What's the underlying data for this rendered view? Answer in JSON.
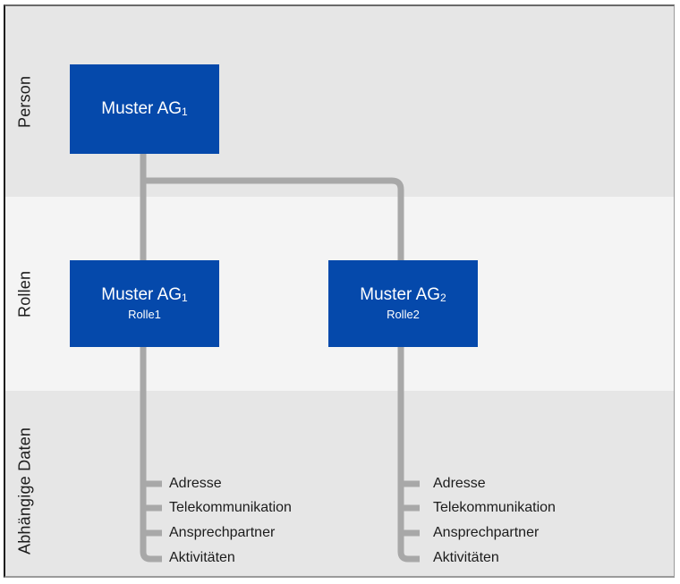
{
  "diagram": {
    "title": "Person / Rollen / Abhängige Daten",
    "colors": {
      "node_blue": "#0549ab",
      "connector_gray": "#a8a8a8",
      "band_dark": "#e6e6e6",
      "band_light": "#f4f4f4",
      "text_dark": "#1c1c1c",
      "node_text": "#ffffff"
    },
    "bands": [
      {
        "id": "person",
        "label": "Person"
      },
      {
        "id": "rollen",
        "label": "Rollen"
      },
      {
        "id": "daten",
        "label": "Abhängige Daten"
      }
    ],
    "nodes": {
      "person": {
        "title_main": "Muster AG",
        "title_sub": "1",
        "subtitle": ""
      },
      "role_1": {
        "title_main": "Muster AG",
        "title_sub": "1",
        "subtitle": "Rolle1"
      },
      "role_2": {
        "title_main": "Muster AG",
        "title_sub": "2",
        "subtitle": "Rolle2"
      }
    },
    "dependent_data": {
      "left": [
        "Adresse",
        "Telekommunikation",
        "Ansprechpartner",
        "Aktivitäten"
      ],
      "right": [
        "Adresse",
        "Telekommunikation",
        "Ansprechpartner",
        "Aktivitäten"
      ]
    }
  }
}
